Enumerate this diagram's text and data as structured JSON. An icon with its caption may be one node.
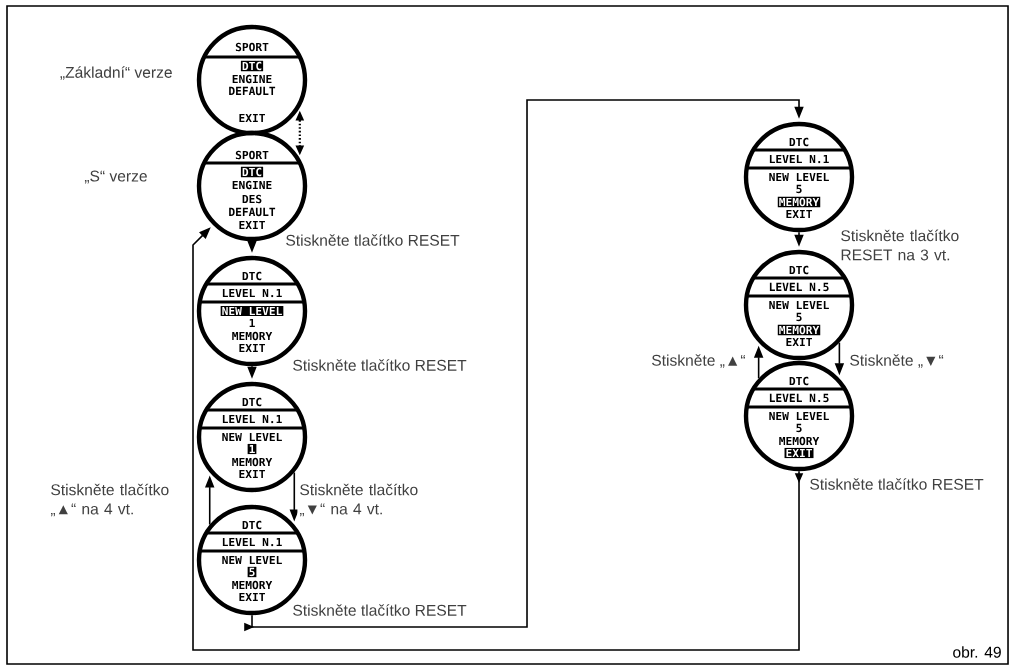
{
  "diagram": {
    "nodes": [
      {
        "text": [
          "SPORT",
          "DTC",
          "ENGINE",
          "DEFAULT",
          "EXIT"
        ],
        "beside": [
          "„Základní“ verze"
        ]
      },
      {
        "text": [
          "SPORT",
          "DTC",
          "ENGINE",
          "DES",
          "DEFAULT",
          "EXIT"
        ],
        "beside": [
          "„S“ verze"
        ]
      },
      {
        "text": [
          "DTC",
          "LEVEL N.1",
          "NEW LEVEL",
          "1",
          "MEMORY",
          "EXIT"
        ]
      },
      {
        "text": [
          "DTC",
          "LEVEL N.1",
          "NEW LEVEL",
          "1",
          "MEMORY",
          "EXIT"
        ]
      },
      {
        "text": [
          "DTC",
          "LEVEL N.1",
          "NEW LEVEL",
          "5",
          "MEMORY",
          "EXIT"
        ]
      },
      {
        "text": [
          "DTC",
          "LEVEL N.1",
          "NEW LEVEL",
          "5",
          "MEMORY",
          "EXIT"
        ]
      },
      {
        "text": [
          "DTC",
          "LEVEL N.5",
          "NEW LEVEL",
          "5",
          "MEMORY",
          "EXIT"
        ]
      },
      {
        "text": [
          "DTC",
          "LEVEL N.5",
          "NEW LEVEL",
          "5",
          "MEMORY",
          "EXIT"
        ]
      }
    ],
    "edges": [
      {
        "from": 0,
        "to": 1,
        "arrow": "both",
        "style": "dashed"
      },
      {
        "from": 1,
        "to": 2,
        "arrow": "to",
        "label": "Stiskněte tlačítko RESET"
      },
      {
        "from": 2,
        "to": 3,
        "arrow": "to",
        "label": "Stiskněte tlačítko RESET"
      },
      {
        "from": 3,
        "to": 4,
        "arrow": "to",
        "label": "Stiskněte tlačítko „▼“ na 4 vt."
      },
      {
        "from": 4,
        "to": 3,
        "arrow": "to",
        "label": "Stiskněte tlačítko „▲“ na 4 vt."
      },
      {
        "from": 4,
        "to": 5,
        "arrow": "to",
        "label": "Stiskněte tlačítko RESET"
      },
      {
        "from": 5,
        "to": 6,
        "arrow": "to",
        "label": "Stiskněte tlačítko RESET na 3 vt."
      },
      {
        "from": 6,
        "to": 7,
        "arrow": "to",
        "label": "Stiskněte „▼“"
      },
      {
        "from": 7,
        "to": 6,
        "arrow": "to",
        "label": "Stiskněte „▲“"
      },
      {
        "from": 7,
        "to": 1,
        "arrow": "to",
        "label": "Stiskněte tlačítko RESET"
      }
    ],
    "labels": [
      "obr. 49"
    ]
  }
}
